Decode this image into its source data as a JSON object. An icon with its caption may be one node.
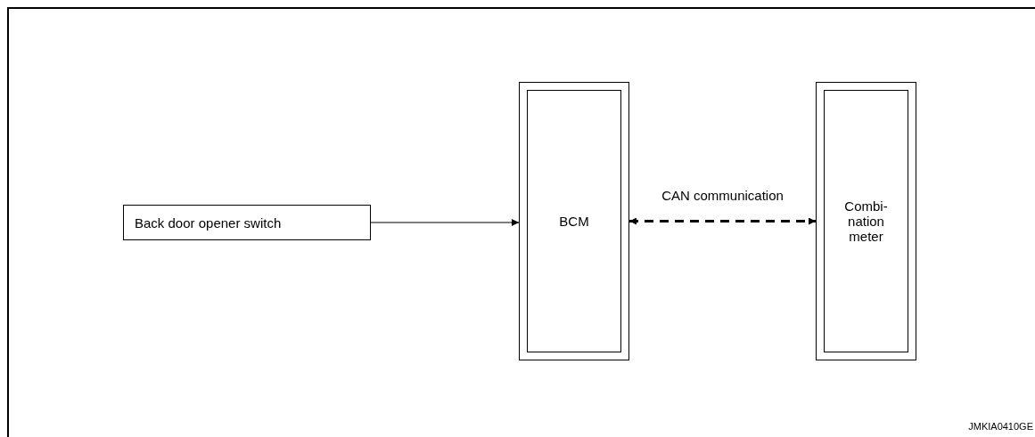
{
  "diagram": {
    "nodes": [
      {
        "text": [
          "Back door opener switch"
        ]
      },
      {
        "text": [
          "BCM"
        ]
      },
      {
        "text": [
          "Combi- nation meter"
        ]
      }
    ],
    "edges": [
      {
        "from": 0,
        "to": 1,
        "arrow": "to"
      },
      {
        "from": 1,
        "to": 2,
        "arrow": "both",
        "label": "CAN communication",
        "style": "dashed"
      }
    ],
    "labels": [
      "JMKIA0410GE"
    ]
  }
}
